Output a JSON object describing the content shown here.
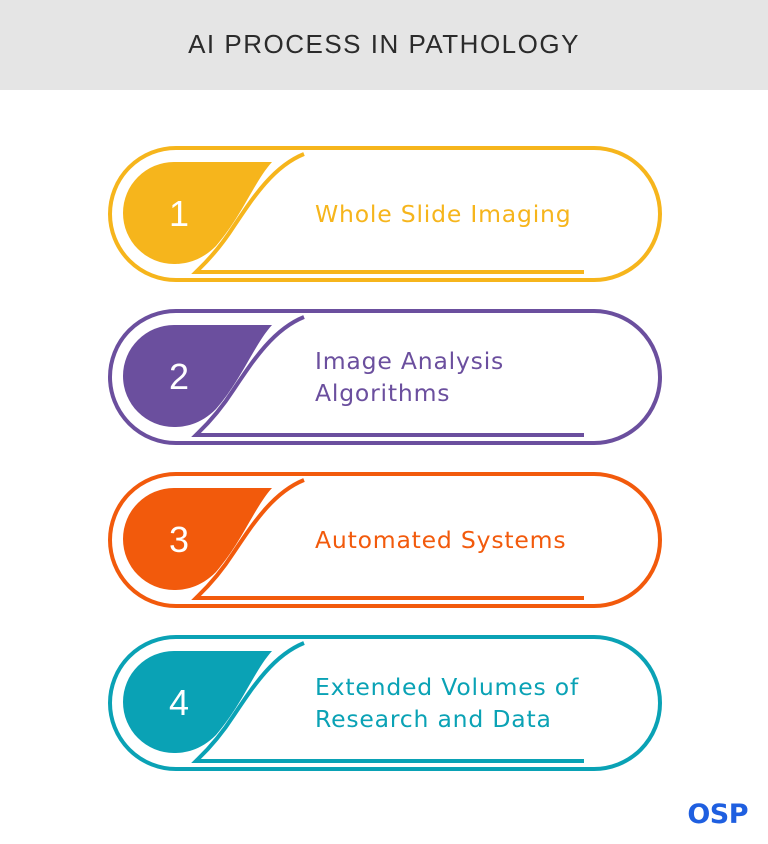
{
  "header": {
    "title": "AI PROCESS IN PATHOLOGY"
  },
  "steps": [
    {
      "number": "1",
      "label": "Whole Slide Imaging",
      "color": "#f6b51c"
    },
    {
      "number": "2",
      "label": "Image Analysis\nAlgorithms",
      "color": "#6b4f9e"
    },
    {
      "number": "3",
      "label": "Automated Systems",
      "color": "#f25a0c"
    },
    {
      "number": "4",
      "label": "Extended Volumes of\nResearch and Data",
      "color": "#0aa2b5"
    }
  ],
  "logo": {
    "text": "OSP",
    "color": "#1f5fe0"
  }
}
